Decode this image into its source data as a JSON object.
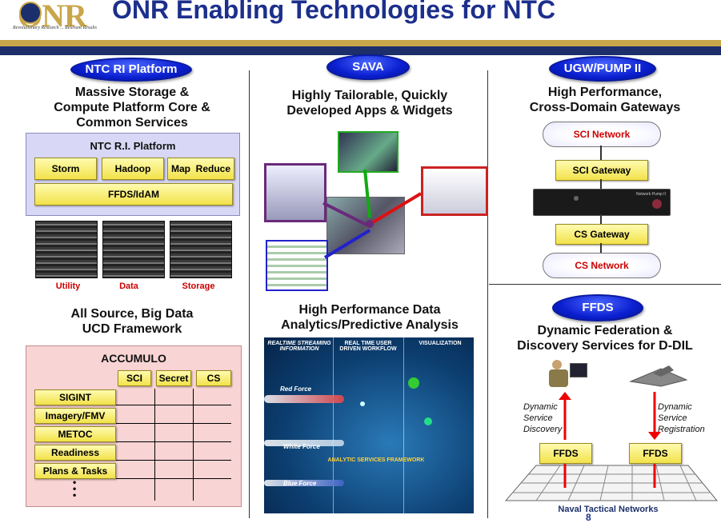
{
  "logo": {
    "text": "ONR",
    "tagline": "Revolutionary Research ... Relevant Results"
  },
  "title": "ONR Enabling Technologies for NTC",
  "col1": {
    "pill": "NTC RI Platform",
    "heading": [
      "Massive Storage &",
      "Compute Platform Core &",
      "Common Services"
    ],
    "platform_title": "NTC R.I. Platform",
    "boxes": {
      "storm": "Storm",
      "hadoop": "Hadoop",
      "mapreduce": "Map  Reduce",
      "ffds": "FFDS/IdAM"
    },
    "server_labels": [
      "Utility",
      "Data",
      "Storage"
    ],
    "heading2": [
      "All Source, Big Data",
      "UCD Framework"
    ],
    "accumulo": "ACCUMULO",
    "columns": [
      "SCI",
      "Secret",
      "CS"
    ],
    "rows": [
      "SIGINT",
      "Imagery/FMV",
      "METOC",
      "Readiness",
      "Plans & Tasks"
    ],
    "more": "•\n•\n•"
  },
  "col2": {
    "pill": "SAVA",
    "heading": [
      "Highly Tailorable, Quickly",
      "Developed Apps & Widgets"
    ],
    "heading2": [
      "High Performance Data",
      "Analytics/Predictive Analysis"
    ],
    "analytics": {
      "col_heads": [
        "REALTIME STREAMING INFORMATION",
        "REAL TIME USER DRIVEN WORKFLOW",
        "VISUALIZATION"
      ],
      "forces": [
        "Red Force",
        "White Force",
        "Blue Force"
      ],
      "framework": "ANALYTIC SERVICES FRAMEWORK"
    }
  },
  "col3": {
    "pill": "UGW/PUMP II",
    "heading": [
      "High Performance,",
      "Cross-Domain Gateways"
    ],
    "sci_network": "SCI Network",
    "sci_gateway": "SCI Gateway",
    "device_label": "Network Pump II",
    "cs_gateway": "CS Gateway",
    "cs_network": "CS Network",
    "pill2": "FFDS",
    "heading2": [
      "Dynamic Federation &",
      "Discovery Services for D-DIL"
    ],
    "discovery": [
      "Dynamic",
      "Service",
      "Discovery"
    ],
    "registration": [
      "Dynamic",
      "Service",
      "Registration"
    ],
    "ffds_left": "FFDS",
    "ffds_right": "FFDS",
    "naval": "Naval Tactical Networks",
    "page_num": "8"
  },
  "colors": {
    "navy": "#1c2f8c",
    "gold": "#c9a64a",
    "pill_blue": "#0a1fd0",
    "red": "#c00000"
  }
}
